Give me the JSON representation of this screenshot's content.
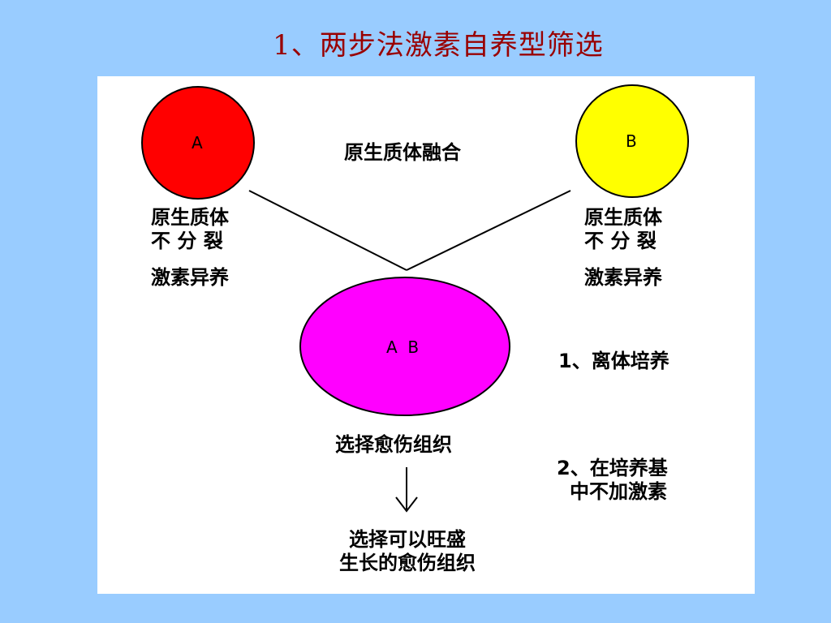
{
  "slide": {
    "title": "1、两步法激素自养型筛选",
    "background_color": "#99ccff",
    "title_color": "#990000"
  },
  "diagram": {
    "cell_a": {
      "label": "A",
      "color": "#ff0000"
    },
    "cell_b": {
      "label": "B",
      "color": "#ffff00"
    },
    "hybrid": {
      "label": "A  B",
      "color": "#ff00ff"
    },
    "fusion_label": "原生质体融合",
    "left_desc": {
      "line1": "原生质体",
      "line2": "不 分 裂",
      "line3": "激素异养"
    },
    "right_desc": {
      "line1": "原生质体",
      "line2": "不 分 裂",
      "line3": "激素异养"
    },
    "step1": "1、离体培养",
    "step2_line1": "2、在培养基",
    "step2_line2": "中不加激素",
    "select1": "选择愈伤组织",
    "arrow_icon": "down-arrow-icon",
    "select2_line1": "选择可以旺盛",
    "select2_line2": "生长的愈伤组织"
  }
}
